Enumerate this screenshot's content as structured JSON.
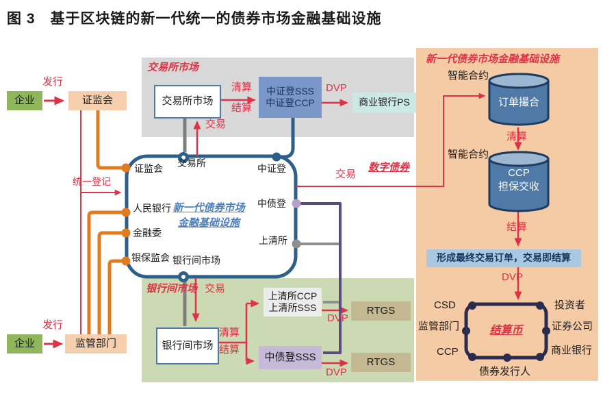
{
  "title": "图 3　基于区块链的新一代统一的债券市场金融基础设施",
  "left_flow": {
    "enterprise_top": "企业",
    "issue_top": "发行",
    "csrc_box": "证监会",
    "unified_registration": "统一登记",
    "enterprise_bottom": "企业",
    "issue_bottom": "发行",
    "regulator_box": "监管部门"
  },
  "exchange_panel": {
    "panel_title": "交易所市场",
    "market_box": "交易所市场",
    "clearing": "清算",
    "settlement": "结算",
    "csdc_sss": "中证登SSS",
    "csdc_ccp": "中证登CCP",
    "dvp": "DVP",
    "commercial_bank_ps": "商业银行PS",
    "trade": "交易"
  },
  "core_hub": {
    "csrc": "证监会",
    "exchange": "交易所",
    "csdc": "中证登",
    "pboc": "人民银行",
    "financial_committee": "金融委",
    "cbirc": "银保监会",
    "interbank_market": "银行间市场",
    "ccdc": "中债登",
    "shch": "上清所",
    "center_line1": "新一代债券市场",
    "center_line2": "金融基础设施"
  },
  "mid_links": {
    "trade": "交易",
    "digital_bond": "数字债券"
  },
  "interbank_panel": {
    "panel_title": "银行间市场",
    "trade": "交易",
    "market_box": "银行间市场",
    "clearing": "清算",
    "settlement": "结算",
    "shch_ccp": "上清所CCP",
    "shch_sss": "上清所SSS",
    "dvp_top": "DVP",
    "rtgs_top": "RTGS",
    "ccdc_sss": "中债登SSS",
    "dvp_bottom": "DVP",
    "rtgs_bottom": "RTGS"
  },
  "blockchain_panel": {
    "panel_title": "新一代债券市场金融基础设施",
    "smart_contract_1": "智能合约",
    "order_matching": "订单撮合",
    "clearing": "清算",
    "smart_contract_2": "智能合约",
    "ccp_line1": "CCP",
    "ccp_line2": "担保交收",
    "settlement": "结算",
    "final_order_box": "形成最终交易订单，交易即结算",
    "dvp": "DVP",
    "settlement_coin": "结算币",
    "csd": "CSD",
    "investor": "投资者",
    "regulator": "监管部门",
    "securities_company": "证券公司",
    "ccp": "CCP",
    "commercial_bank": "商业银行",
    "bond_issuer": "债券发行人"
  },
  "colors": {
    "accent_red": "#dd3347",
    "orange_line": "#e07b1f",
    "navy": "#2e5f8a",
    "purple_line": "#5a4b7d",
    "gray_line": "#8f8f8f",
    "panel_gray": "#d8d8d8",
    "panel_green": "#cbdab2",
    "panel_orange": "#f5cba5",
    "box_green": "#90b65c",
    "box_peach": "#f6d0ae",
    "box_slate_blue": "#7b97c9",
    "box_teal": "#cbe8e4",
    "box_purple": "#c7b9da",
    "box_tan": "#c4b892",
    "box_light_blue": "#a9c8e2",
    "cylinder_blue": "#4f7aa8",
    "hub_text_blue": "#4d7ebc"
  }
}
